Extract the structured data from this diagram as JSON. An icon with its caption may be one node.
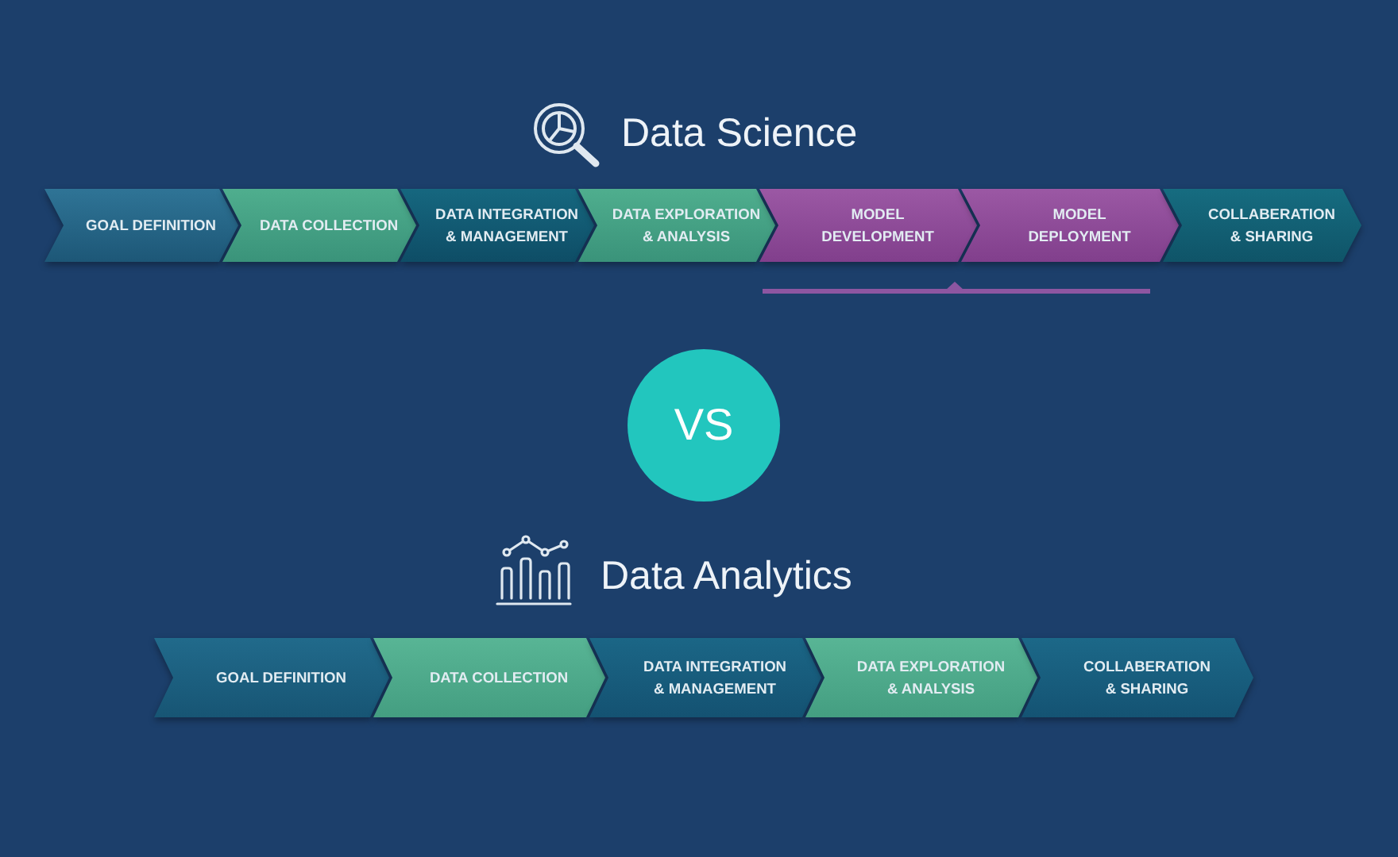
{
  "diagram": {
    "nodes": [
      {
        "text": [
          "GOAL DEFINITION"
        ]
      },
      {
        "text": [
          "DATA COLLECTION"
        ]
      },
      {
        "text": [
          "DATA INTEGRATION & MANAGEMENT"
        ]
      },
      {
        "text": [
          "DATA EXPLORATION & ANALYSIS"
        ]
      },
      {
        "text": [
          "MODEL DEVELOPMENT"
        ]
      },
      {
        "text": [
          "MODEL DEPLOYMENT"
        ]
      },
      {
        "text": [
          "COLLABERATION & SHARING"
        ]
      },
      {
        "text": [
          "VS"
        ]
      },
      {
        "text": [
          "GOAL DEFINITION"
        ]
      },
      {
        "text": [
          "DATA COLLECTION"
        ]
      },
      {
        "text": [
          "DATA INTEGRATION & MANAGEMENT"
        ]
      },
      {
        "text": [
          "DATA EXPLORATION & ANALYSIS"
        ]
      },
      {
        "text": [
          "COLLABERATION & SHARING"
        ]
      }
    ],
    "labels": [
      "Data Science",
      "Data Analytics"
    ]
  }
}
